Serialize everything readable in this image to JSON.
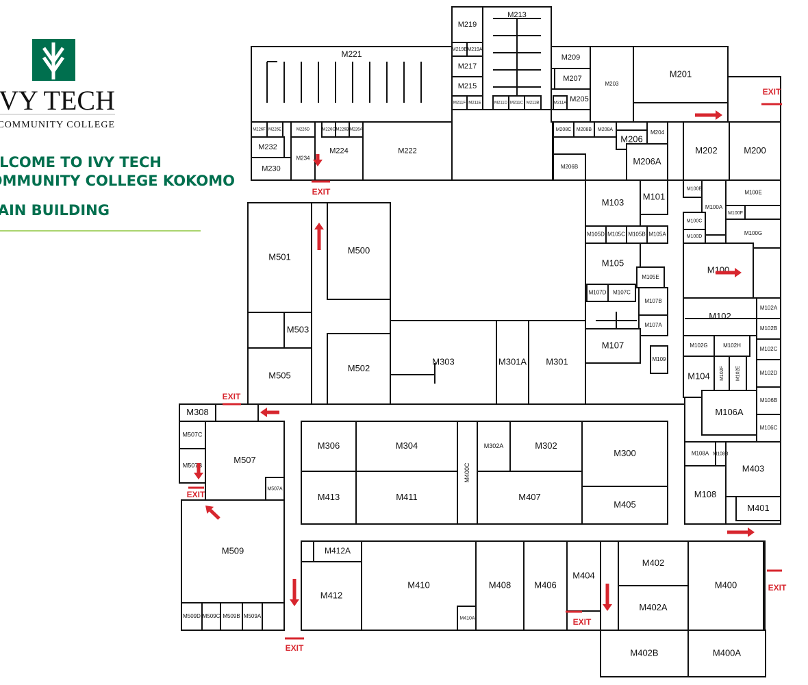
{
  "header": {
    "logo_text": "IVY TECH",
    "logo_subtext": "COMMUNITY COLLEGE",
    "welcome_line1": "WELCOME TO IVY TECH",
    "welcome_line2": "COMMUNITY COLLEGE KOKOMO",
    "building": "MAIN BUILDING"
  },
  "colors": {
    "brand_green": "#006f4e",
    "accent_lime": "#8dc63f",
    "exit_red": "#d7262e"
  },
  "exit_label": "EXIT",
  "exits": [
    "EXIT",
    "EXIT",
    "EXIT",
    "EXIT",
    "EXIT",
    "EXIT",
    "EXIT"
  ],
  "rooms": [
    "M221",
    "M219",
    "M219B",
    "M219A",
    "M217",
    "M215",
    "M211F",
    "M211E",
    "M213",
    "M211D",
    "M211C",
    "M211B",
    "M209",
    "M207",
    "M205",
    "M211A",
    "M203",
    "M201",
    "M226F",
    "M226E",
    "M232",
    "M230",
    "M226D",
    "M234",
    "M224",
    "M226C",
    "M226B",
    "M226A",
    "M222",
    "M208C",
    "M208B",
    "M208A",
    "M206",
    "M204",
    "M206B",
    "M206A",
    "M202",
    "M200",
    "M103",
    "M101",
    "M105D",
    "M105C",
    "M105B",
    "M105A",
    "M105",
    "M105E",
    "M107D",
    "M107C",
    "M107B",
    "M107A",
    "M107",
    "M109",
    "M100B",
    "M100A",
    "M100E",
    "M100F",
    "M100C",
    "M100D",
    "M100G",
    "M100",
    "M102",
    "M102G",
    "M102H",
    "M104",
    "M102F",
    "M102E",
    "M102A",
    "M102B",
    "M102C",
    "M102D",
    "M106B",
    "M106C",
    "M106A",
    "M501",
    "M503",
    "M505",
    "M500",
    "M502",
    "M303",
    "M301A",
    "M301",
    "M308",
    "M507C",
    "M507B",
    "M507",
    "M507A",
    "M509",
    "M509D",
    "M509C",
    "M509B",
    "M509A",
    "M306",
    "M304",
    "M413",
    "M411",
    "M400C",
    "M302A",
    "M302",
    "M407",
    "M300",
    "M405",
    "M108A",
    "M108B",
    "M108",
    "M403",
    "M401",
    "M412A",
    "M412",
    "M410",
    "M410A",
    "M408",
    "M406",
    "M404",
    "M402",
    "M402A",
    "M400",
    "M402B",
    "M400A"
  ]
}
